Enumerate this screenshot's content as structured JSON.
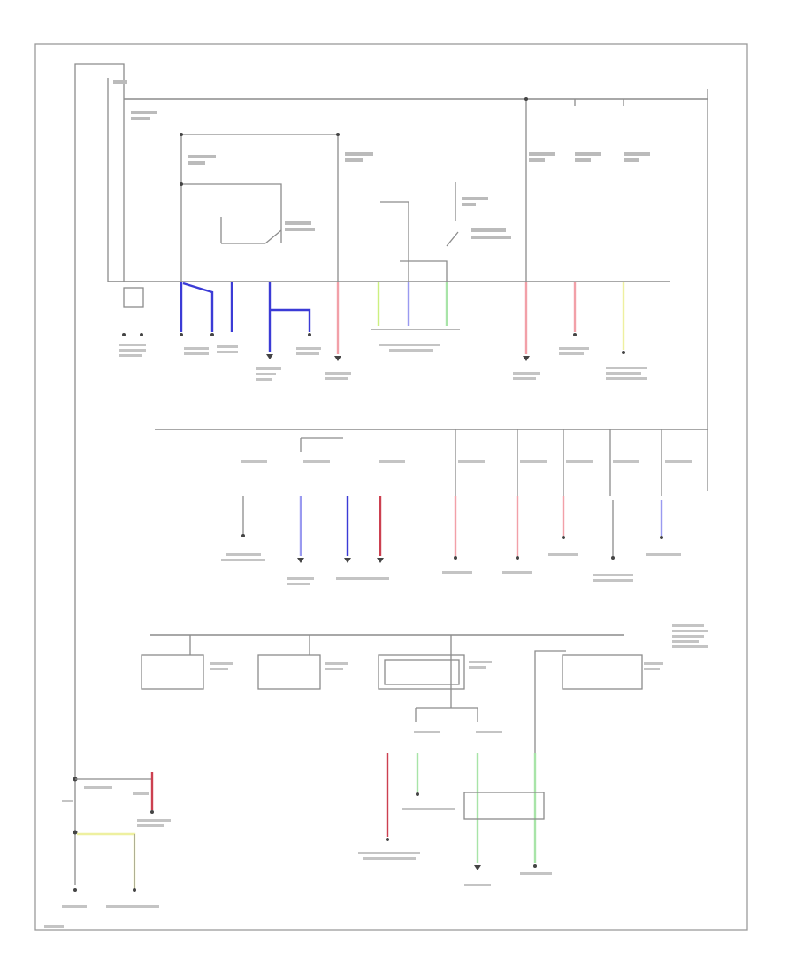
{
  "palette": {
    "wire_gray": "#8c8c8c",
    "blue": "#3b3bd6",
    "blue_light": "#9a9af0",
    "red_light": "#f2a0a8",
    "red": "#cc4050",
    "green_light": "#a8e4a8",
    "yellow_green": "#ccf080",
    "yellow_light": "#eef0a0"
  },
  "groups": [
    "ignition-feed",
    "power-distribution-row",
    "relay-modules",
    "load-outputs",
    "battery-section"
  ]
}
